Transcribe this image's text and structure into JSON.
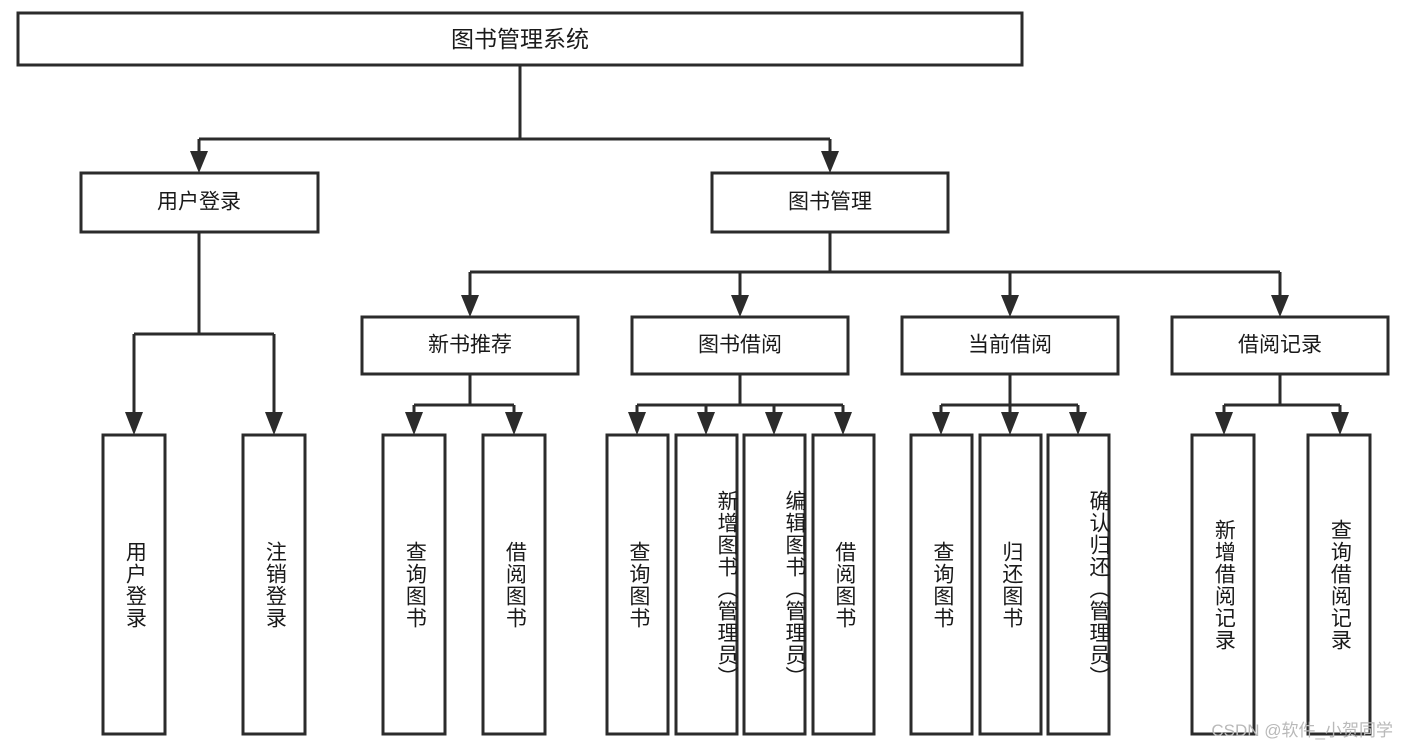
{
  "diagram": {
    "type": "tree-hierarchy-chart",
    "title": "图书管理系统",
    "watermark": "CSDN @软件_小贺同学",
    "colors": {
      "box_fill": "#ffffff",
      "box_stroke": "#2b2b2b",
      "connector": "#2b2b2b",
      "text": "#1a1a1a",
      "background": "#ffffff",
      "watermark": "#b9b9b9"
    },
    "levels": {
      "root": {
        "label": "图书管理系统"
      },
      "level2": [
        {
          "label": "用户登录"
        },
        {
          "label": "图书管理"
        }
      ],
      "level3": [
        {
          "label": "新书推荐",
          "parent": "图书管理"
        },
        {
          "label": "图书借阅",
          "parent": "图书管理"
        },
        {
          "label": "当前借阅",
          "parent": "图书管理"
        },
        {
          "label": "借阅记录",
          "parent": "图书管理"
        }
      ],
      "leaves": [
        {
          "label": "用户登录",
          "parent": "用户登录"
        },
        {
          "label": "注销登录",
          "parent": "用户登录"
        },
        {
          "label": "查询图书",
          "parent": "新书推荐"
        },
        {
          "label": "借阅图书",
          "parent": "新书推荐"
        },
        {
          "label": "查询图书",
          "parent": "图书借阅"
        },
        {
          "label": "新增图书（管理员）",
          "parent": "图书借阅"
        },
        {
          "label": "编辑图书（管理员）",
          "parent": "图书借阅"
        },
        {
          "label": "借阅图书",
          "parent": "图书借阅"
        },
        {
          "label": "查询图书",
          "parent": "当前借阅"
        },
        {
          "label": "归还图书",
          "parent": "当前借阅"
        },
        {
          "label": "确认归还（管理员）",
          "parent": "当前借阅"
        },
        {
          "label": "新增借阅记录",
          "parent": "借阅记录"
        },
        {
          "label": "查询借阅记录",
          "parent": "借阅记录"
        }
      ]
    }
  }
}
